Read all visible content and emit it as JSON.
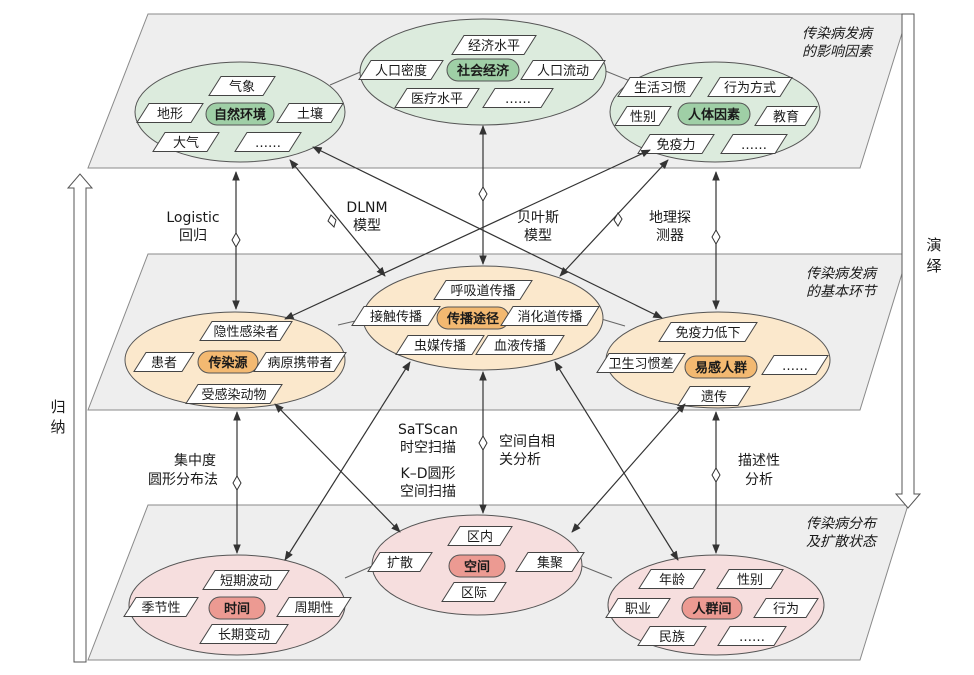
{
  "colors": {
    "plane_fill": "#eeeeee",
    "plane_stroke": "#8a8a8a",
    "green_fill": "#dcebdd",
    "green_center": "#9fcfa6",
    "orange_fill": "#fbe8cc",
    "orange_center": "#f3b971",
    "red_fill": "#f6dede",
    "red_center": "#ec9a92",
    "arrow": "#333333"
  },
  "layers": {
    "top": {
      "title_line1": "传染病发病",
      "title_line2": "的影响因素",
      "natural": {
        "center": "自然环境",
        "items": [
          "气象",
          "地形",
          "土壤",
          "大气",
          "……"
        ]
      },
      "social": {
        "center": "社会经济",
        "items": [
          "经济水平",
          "人口密度",
          "人口流动",
          "医疗水平",
          "……"
        ]
      },
      "human": {
        "center": "人体因素",
        "items": [
          "生活习惯",
          "行为方式",
          "性别",
          "教育",
          "免疫力",
          "……"
        ]
      }
    },
    "middle": {
      "title_line1": "传染病发病",
      "title_line2": "的基本环节",
      "source": {
        "center": "传染源",
        "items": [
          "隐性感染者",
          "患者",
          "病原携带者",
          "受感染动物"
        ]
      },
      "route": {
        "center": "传播途径",
        "items": [
          "呼吸道传播",
          "接触传播",
          "消化道传播",
          "虫媒传播",
          "血液传播"
        ]
      },
      "crowd": {
        "center": "易感人群",
        "items": [
          "免疫力低下",
          "卫生习惯差",
          "……",
          "遗传"
        ]
      }
    },
    "bottom": {
      "title_line1": "传染病分布",
      "title_line2": "及扩散状态",
      "time": {
        "center": "时间",
        "items": [
          "短期波动",
          "季节性",
          "周期性",
          "长期变动"
        ]
      },
      "space": {
        "center": "空间",
        "items": [
          "区内",
          "扩散",
          "集聚",
          "区际"
        ]
      },
      "people": {
        "center": "人群间",
        "items": [
          "年龄",
          "性别",
          "职业",
          "行为",
          "民族",
          "……"
        ]
      }
    }
  },
  "methods": {
    "logistic_line1": "Logistic",
    "logistic_line2": "回归",
    "dlnm_line1": "DLNM",
    "dlnm_line2": "模型",
    "bayes_line1": "贝叶斯",
    "bayes_line2": "模型",
    "geo_line1": "地理探",
    "geo_line2": "测器",
    "concentration_line1": "集中度",
    "concentration_line2": "圆形分布法",
    "satscan_line1": "SaTScan",
    "satscan_line2": "时空扫描",
    "kd_line1": "K–D圆形",
    "kd_line2": "空间扫描",
    "spatial_line1": "空间自相",
    "spatial_line2": "关分析",
    "descriptive_line1": "描述性",
    "descriptive_line2": "分析"
  },
  "sides": {
    "induction": [
      "归",
      "纳"
    ],
    "deduction": [
      "演",
      "绎"
    ]
  }
}
